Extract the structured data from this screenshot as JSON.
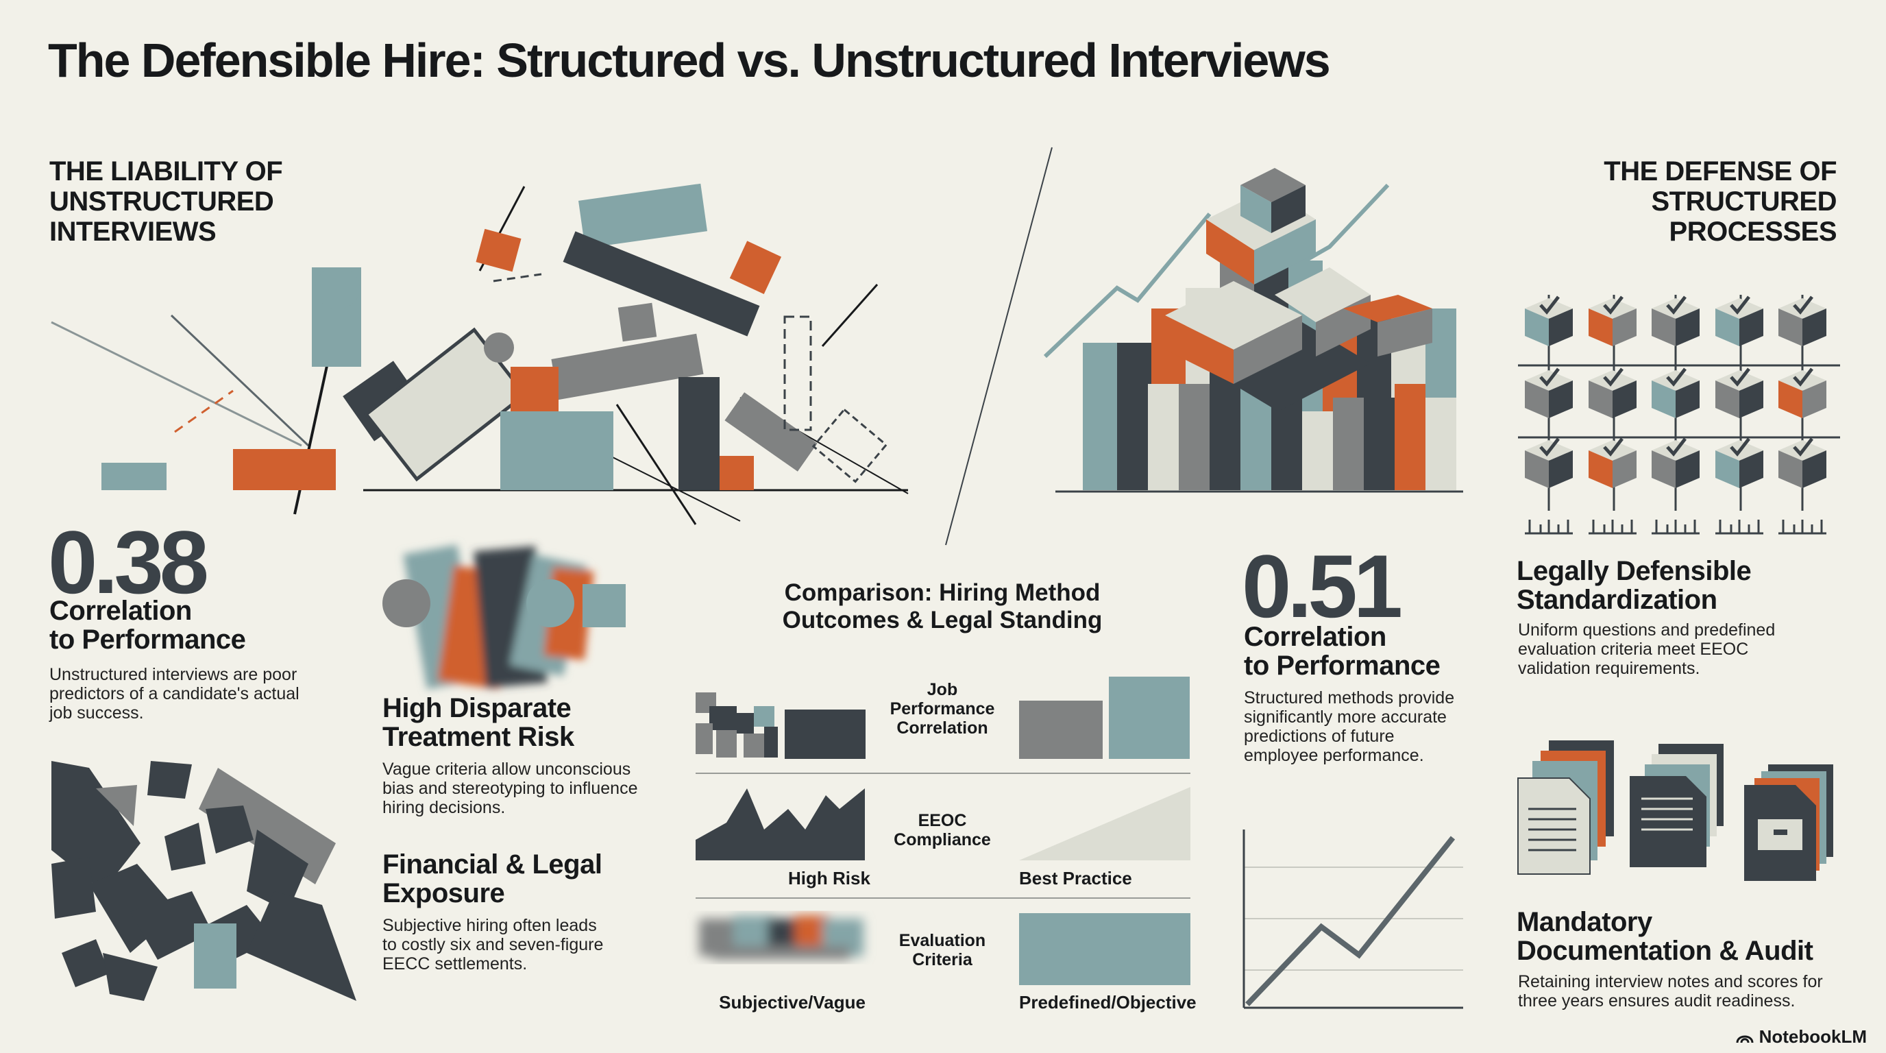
{
  "title": "The Defensible Hire: Structured vs. Unstructured Interviews",
  "left": {
    "heading": [
      "THE LIABILITY OF",
      "UNSTRUCTURED",
      "INTERVIEWS"
    ],
    "stat_value": "0.38",
    "stat_label": [
      "Correlation",
      "to Performance"
    ],
    "stat_desc": [
      "Unstructured interviews are poor",
      "predictors of a candidate's actual",
      "job success."
    ],
    "risk1_title": [
      "High Disparate",
      "Treatment Risk"
    ],
    "risk1_desc": [
      "Vague criteria allow unconscious",
      "bias and stereotyping to influence",
      "hiring decisions."
    ],
    "risk2_title": [
      "Financial & Legal",
      "Exposure"
    ],
    "risk2_desc": [
      "Subjective hiring often leads",
      "to costly six and seven-figure",
      "EECC settlements."
    ]
  },
  "center": {
    "comparison_title": [
      "Comparison: Hiring Method",
      "Outcomes & Legal Standing"
    ],
    "rows": [
      {
        "label": [
          "Job",
          "Performance",
          "Correlation"
        ],
        "left_caption": "",
        "right_caption": ""
      },
      {
        "label": [
          "EEOC",
          "Compliance"
        ],
        "left_caption": "High Risk",
        "right_caption": "Best Practice"
      },
      {
        "label": [
          "Evaluation",
          "Criteria"
        ],
        "left_caption": "Subjective/Vague",
        "right_caption": "Predefined/Objective"
      }
    ]
  },
  "right": {
    "heading": [
      "THE DEFENSE OF",
      "STRUCTURED",
      "PROCESSES"
    ],
    "stat_value": "0.51",
    "stat_label": [
      "Correlation",
      "to Performance"
    ],
    "stat_desc": [
      "Structured methods provide",
      "significantly more accurate",
      "predictions of future",
      "employee performance."
    ],
    "feature1_title": [
      "Legally Defensible",
      "Standardization"
    ],
    "feature1_desc": [
      "Uniform questions and predefined",
      "evaluation criteria meet EEOC",
      "validation requirements."
    ],
    "feature2_title": [
      "Mandatory",
      "Documentation & Audit"
    ],
    "feature2_desc": [
      "Retaining interview notes and scores for",
      "three years ensures audit readiness."
    ]
  },
  "branding": {
    "logo_text": "NotebookLM",
    "logo_icon": "notebooklm-logo-icon"
  },
  "colors": {
    "slate": "#3b4248",
    "teal": "#84a5a7",
    "orange": "#d0602f",
    "gray": "#808282",
    "light": "#dcddd3",
    "background": "#f2f1e9"
  }
}
